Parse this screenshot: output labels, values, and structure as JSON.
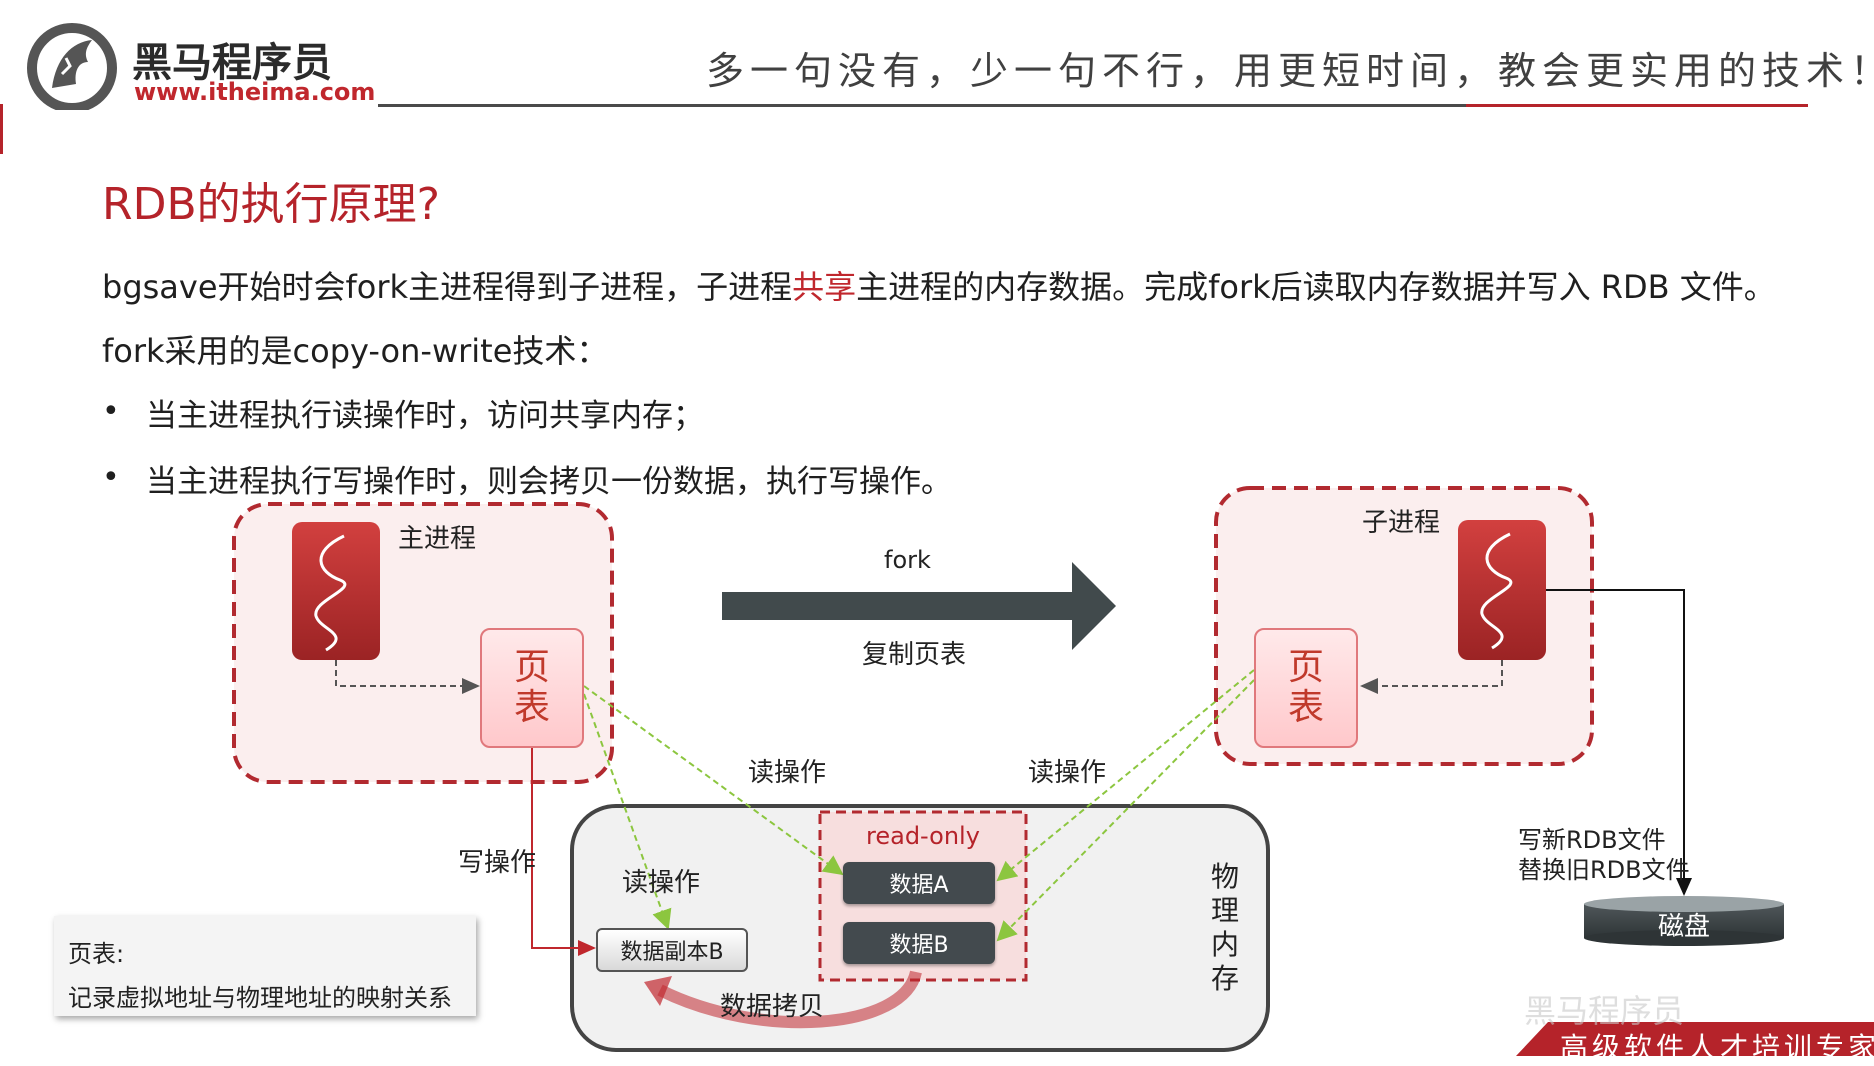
{
  "header": {
    "logo_name": "黑马程序员",
    "logo_url": "www.itheima.com",
    "slogan": "多一句没有，少一句不行，用更短时间，教会更实用的技术！"
  },
  "slide": {
    "title": "RDB的执行原理?",
    "line1_pre": "bgsave开始时会fork主进程得到子进程，子进程",
    "line1_highlight": "共享",
    "line1_post": "主进程的内存数据。完成fork后读取内存数据并写入 RDB 文件。",
    "line2": "fork采用的是copy-on-write技术：",
    "bullets": [
      "当主进程执行读操作时，访问共享内存；",
      "当主进程执行写操作时，则会拷贝一份数据，执行写操作。"
    ]
  },
  "diagram": {
    "main_process": "主进程",
    "child_process": "子进程",
    "page_table_top": "页",
    "page_table_bottom": "表",
    "fork_label": "fork",
    "copy_page_table": "复制页表",
    "read_op": "读操作",
    "write_op": "写操作",
    "read_only": "read-only",
    "data_a": "数据A",
    "data_b": "数据B",
    "data_copy_b": "数据副本B",
    "data_copy_label": "数据拷贝",
    "physical_memory": [
      "物",
      "理",
      "内",
      "存"
    ],
    "write_rdb_line1": "写新RDB文件",
    "write_rdb_line2": "替换旧RDB文件",
    "disk": "磁盘"
  },
  "note": {
    "title": "页表:",
    "text": "记录虚拟地址与物理地址的映射关系"
  },
  "footer": {
    "banner": "高级软件人才培训专家",
    "watermark": "黑马程序员"
  },
  "colors": {
    "accent_red": "#c0272d",
    "dark_bar": "#414a4c",
    "dashed_red": "#b22a30",
    "green_dash": "#8cc63f"
  }
}
